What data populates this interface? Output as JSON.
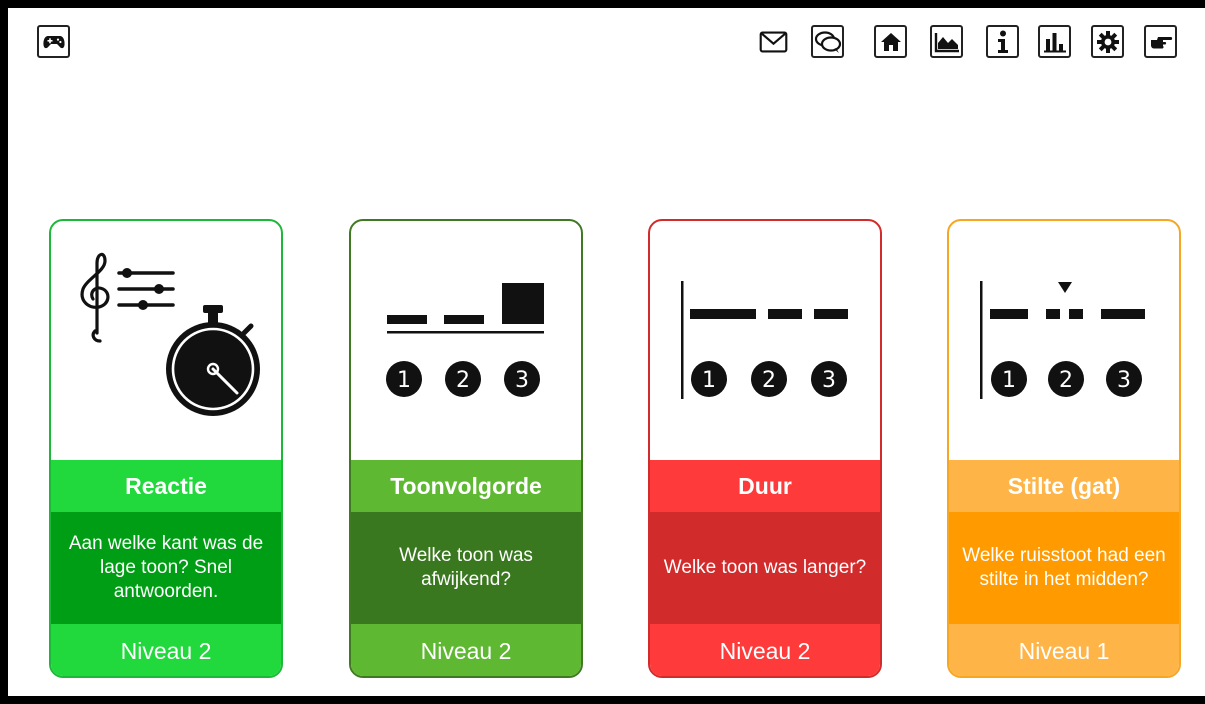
{
  "toolbar": {
    "left": [
      {
        "name": "gamepad-icon"
      }
    ],
    "right": [
      {
        "name": "mail-icon"
      },
      {
        "name": "chat-icon"
      },
      {
        "name": "home-icon"
      },
      {
        "name": "area-chart-icon"
      },
      {
        "name": "info-icon"
      },
      {
        "name": "bar-chart-icon"
      },
      {
        "name": "gear-icon"
      },
      {
        "name": "pointing-hand-icon"
      }
    ]
  },
  "colors": {
    "reactie": {
      "border": "#1db83a",
      "title": "#22d93d",
      "desc": "#009e14",
      "level": "#22d93d"
    },
    "toonvolgorde": {
      "border": "#3f7a22",
      "title": "#5fb832",
      "desc": "#3a7820",
      "level": "#5fb832"
    },
    "duur": {
      "border": "#d22b2b",
      "title": "#ff3a3a",
      "desc": "#d22b2b",
      "level": "#ff3a3a"
    },
    "stilte": {
      "border": "#f5a623",
      "title": "#ffb447",
      "desc": "#ff9a00",
      "level": "#ffb447"
    }
  },
  "cards": [
    {
      "id": "reactie",
      "title": "Reactie",
      "description": "Aan welke kant was de lage toon? Snel antwoorden.",
      "level": "Niveau 2",
      "icon": "clef-stopwatch-icon"
    },
    {
      "id": "toonvolgorde",
      "title": "Toonvolgorde",
      "description": "Welke toon was afwijkend?",
      "level": "Niveau 2",
      "icon": "tone-sequence-icon",
      "numbers": [
        "1",
        "2",
        "3"
      ]
    },
    {
      "id": "duur",
      "title": "Duur",
      "description": "Welke toon was langer?",
      "level": "Niveau 2",
      "icon": "tone-duration-icon",
      "numbers": [
        "1",
        "2",
        "3"
      ]
    },
    {
      "id": "stilte",
      "title": "Stilte (gat)",
      "description": "Welke ruisstoot had een stilte in het midden?",
      "level": "Niveau 1",
      "icon": "silence-gap-icon",
      "numbers": [
        "1",
        "2",
        "3"
      ]
    }
  ]
}
